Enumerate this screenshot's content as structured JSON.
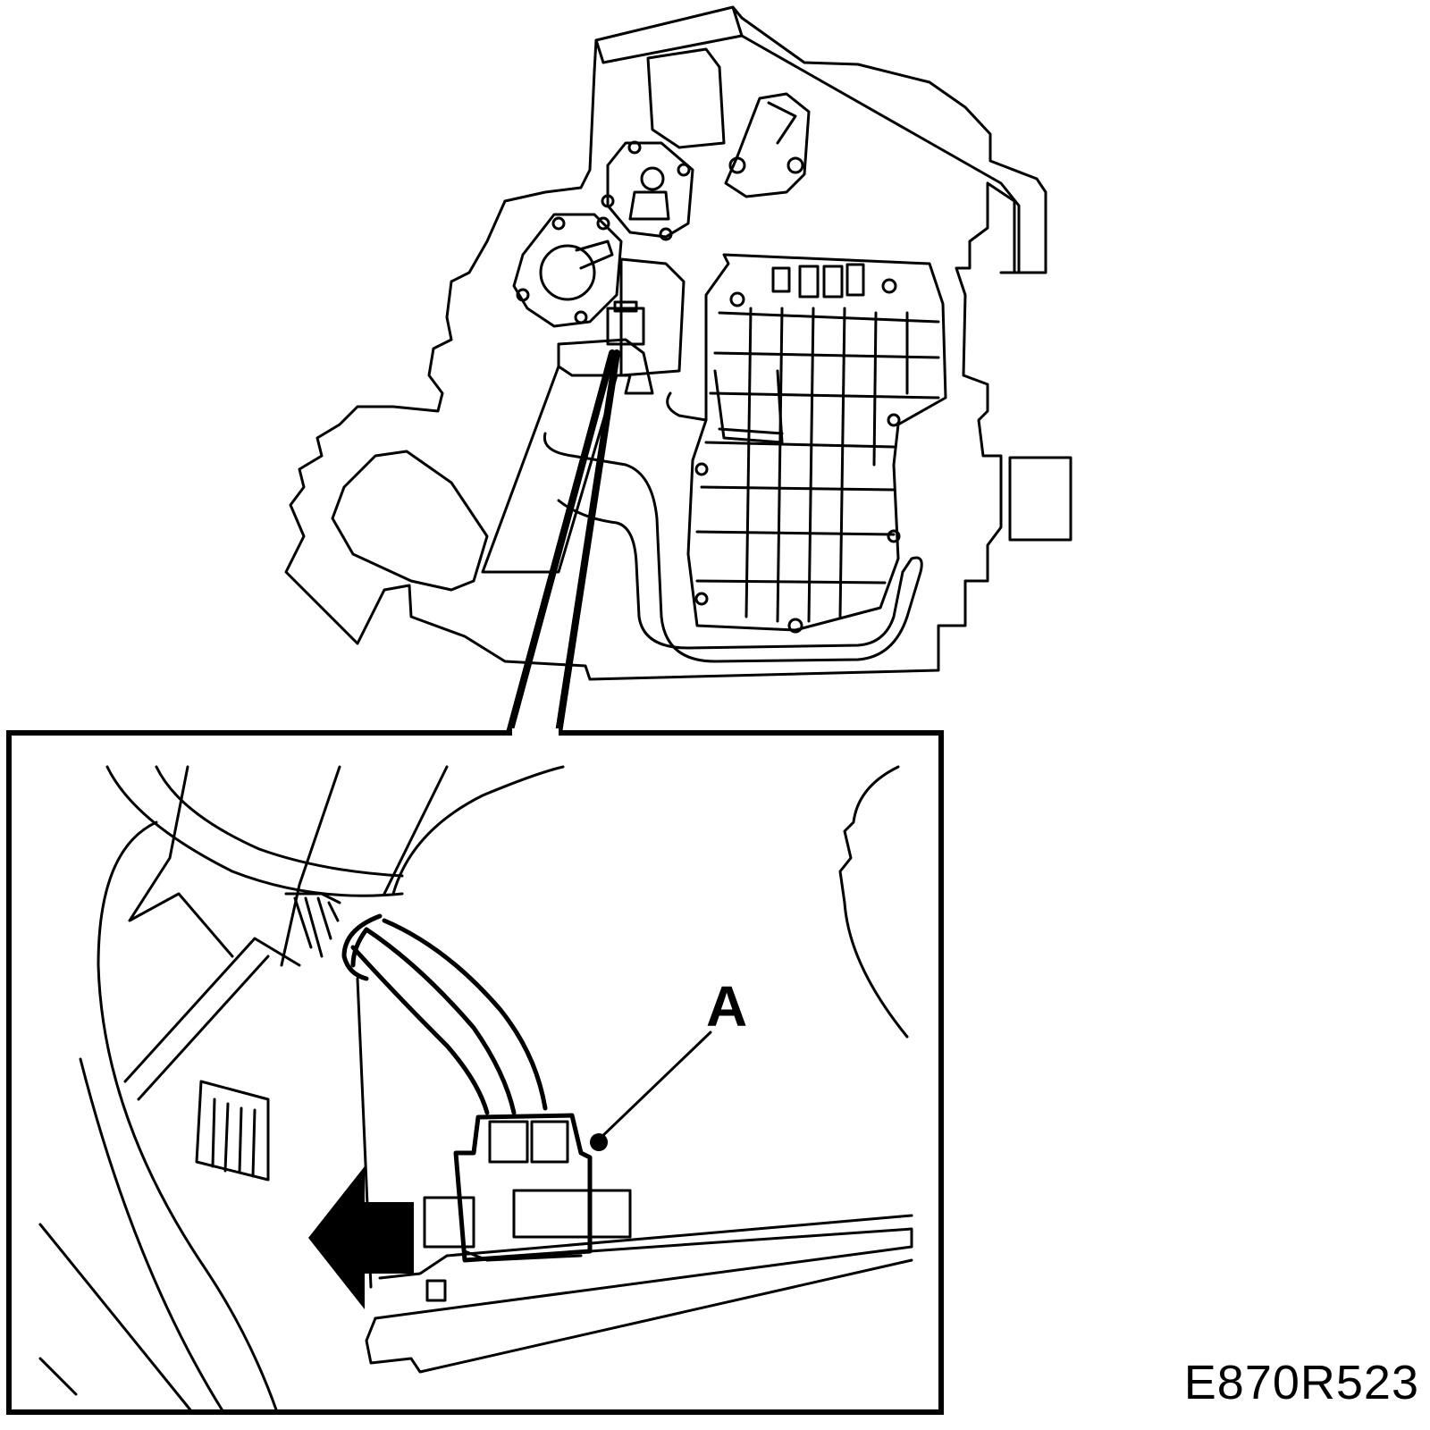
{
  "figure": {
    "code": "E870R523",
    "callouts": [
      {
        "id": "A",
        "label": "A"
      }
    ]
  },
  "colors": {
    "ink": "#000000",
    "paper": "#ffffff"
  }
}
